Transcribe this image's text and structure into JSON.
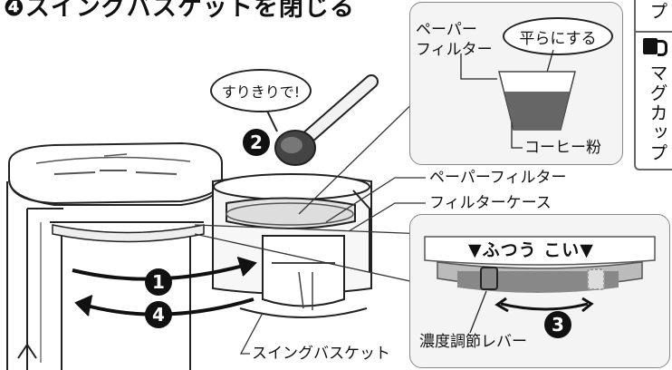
{
  "title": "❹スイングバスケットを閉じる",
  "side_tabs": {
    "top_char": "プ",
    "mug_label": "マグカップ"
  },
  "filter_inset": {
    "paper_filter_line1": "ペーパー",
    "paper_filter_line2": "フィルター",
    "flatten_callout": "平らにする",
    "coffee_powder": "コーヒー粉"
  },
  "scoop_callout": "すりきりで!",
  "labels": {
    "paper_filter": "ペーパーフィルター",
    "filter_case": "フィルターケース",
    "swing_basket": "スイングバスケット"
  },
  "lever_inset": {
    "strength_text": "▼ふつう こい▼",
    "lever_label": "濃度調節レバー"
  },
  "step_numbers": {
    "n1": "1",
    "n2": "2",
    "n3": "3",
    "n4": "4"
  }
}
